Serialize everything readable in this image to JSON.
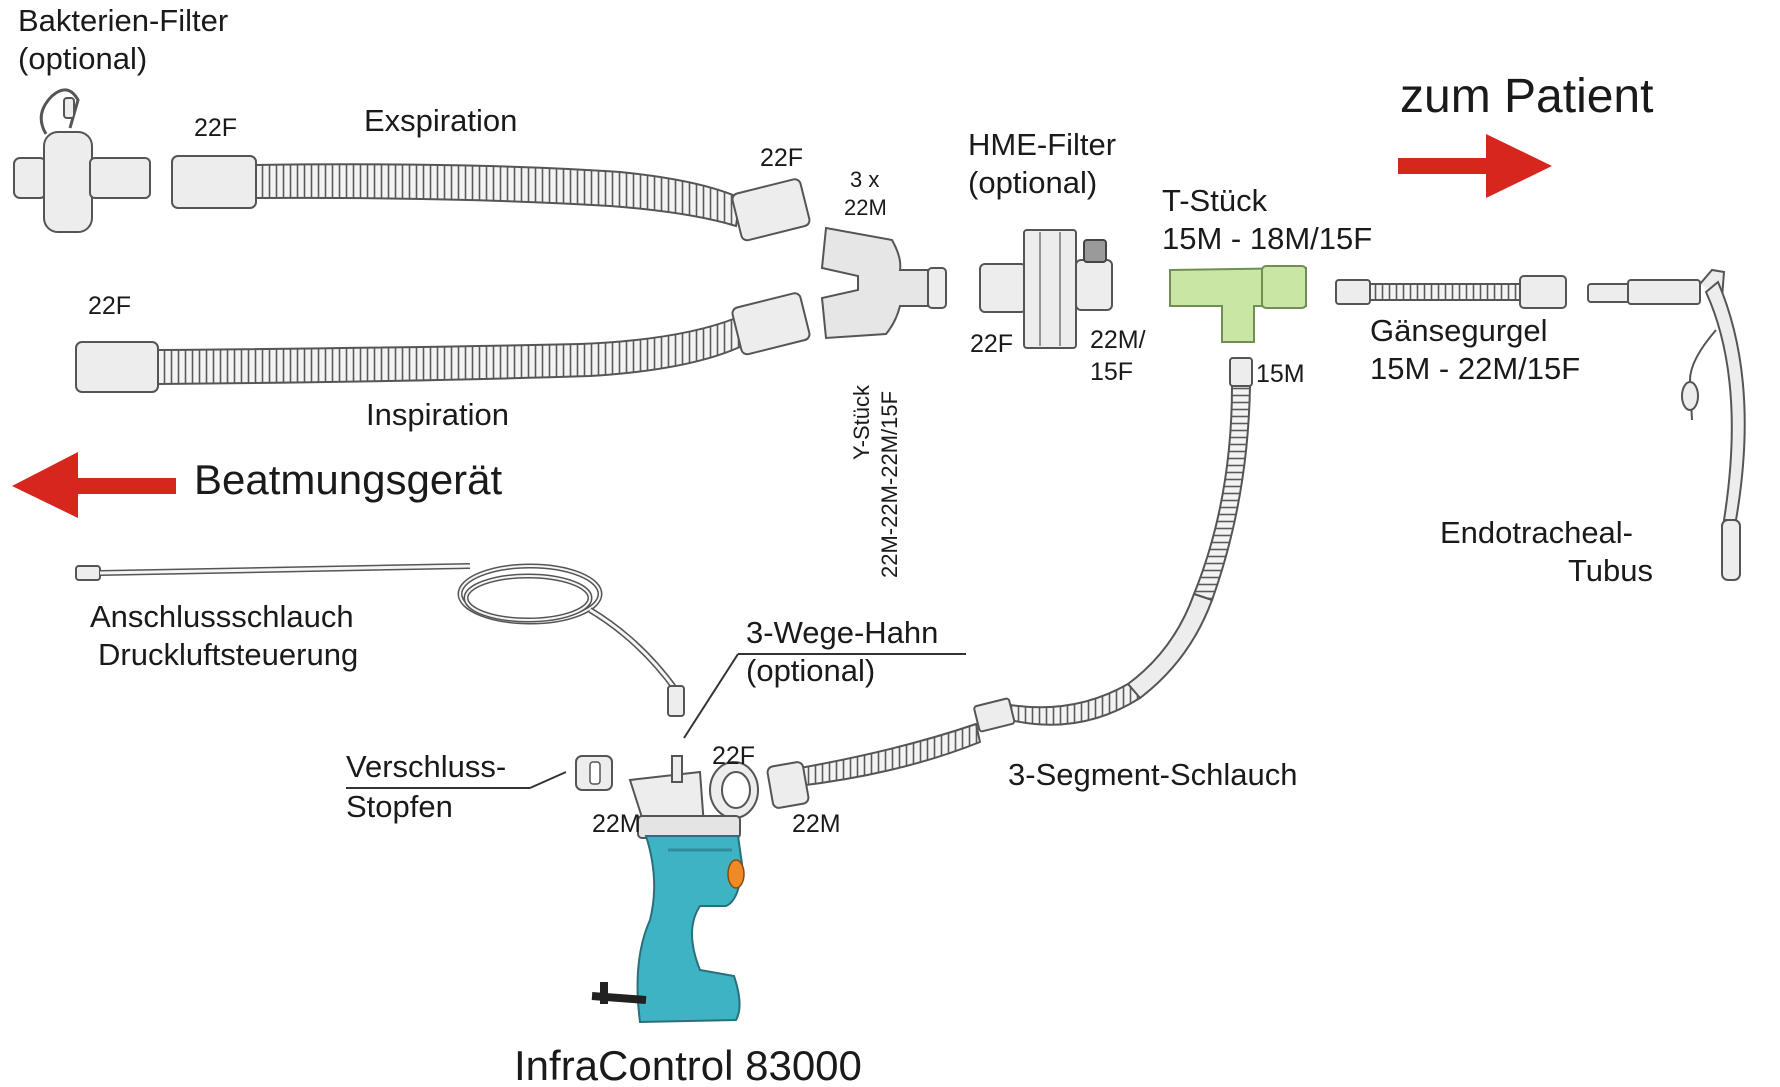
{
  "labels": {
    "bacteria_filter": {
      "title": "Bakterien-Filter",
      "sub": "(optional)"
    },
    "exspiration": "Exspiration",
    "inspiration": "Inspiration",
    "exp_left_port": "22F",
    "exp_right_port": "22F",
    "insp_left_port": "22F",
    "y_piece_count": {
      "line1": "3 x",
      "line2": "22M"
    },
    "y_piece": {
      "name": "Y-Stück",
      "spec": "22M-22M-22M/15F"
    },
    "hme_filter": {
      "title": "HME-Filter",
      "sub": "(optional)"
    },
    "hme_left_port": "22F",
    "hme_right_port": {
      "line1": "22M/",
      "line2": "15F"
    },
    "t_piece": {
      "name": "T-Stück",
      "spec": "15M - 18M/15F"
    },
    "t_piece_bottom_port": "15M",
    "goose_neck": {
      "name": "Gänsegurgel",
      "spec": "15M - 22M/15F"
    },
    "to_patient": "zum Patient",
    "ventilator": "Beatmungsgerät",
    "endotracheal": {
      "line1": "Endotracheal-",
      "line2": "Tubus"
    },
    "connection_hose": {
      "line1": "Anschlussschlauch",
      "line2": "Druckluftsteuerung"
    },
    "three_way_valve": {
      "title": "3-Wege-Hahn",
      "sub": "(optional)"
    },
    "closure_plug": {
      "line1": "Verschluss-",
      "line2": "Stopfen"
    },
    "device_top_port": "22F",
    "device_left_port": "22M",
    "segment_hose_port": "22M",
    "three_segment_hose": "3-Segment-Schlauch",
    "device": "InfraControl 83000"
  },
  "colors": {
    "arrow": "#d7261e",
    "t_piece_fill": "#c9e6a5",
    "device_body": "#3db3c4",
    "device_button": "#f08a24",
    "part_fill": "#ededed",
    "outline": "#555555"
  }
}
